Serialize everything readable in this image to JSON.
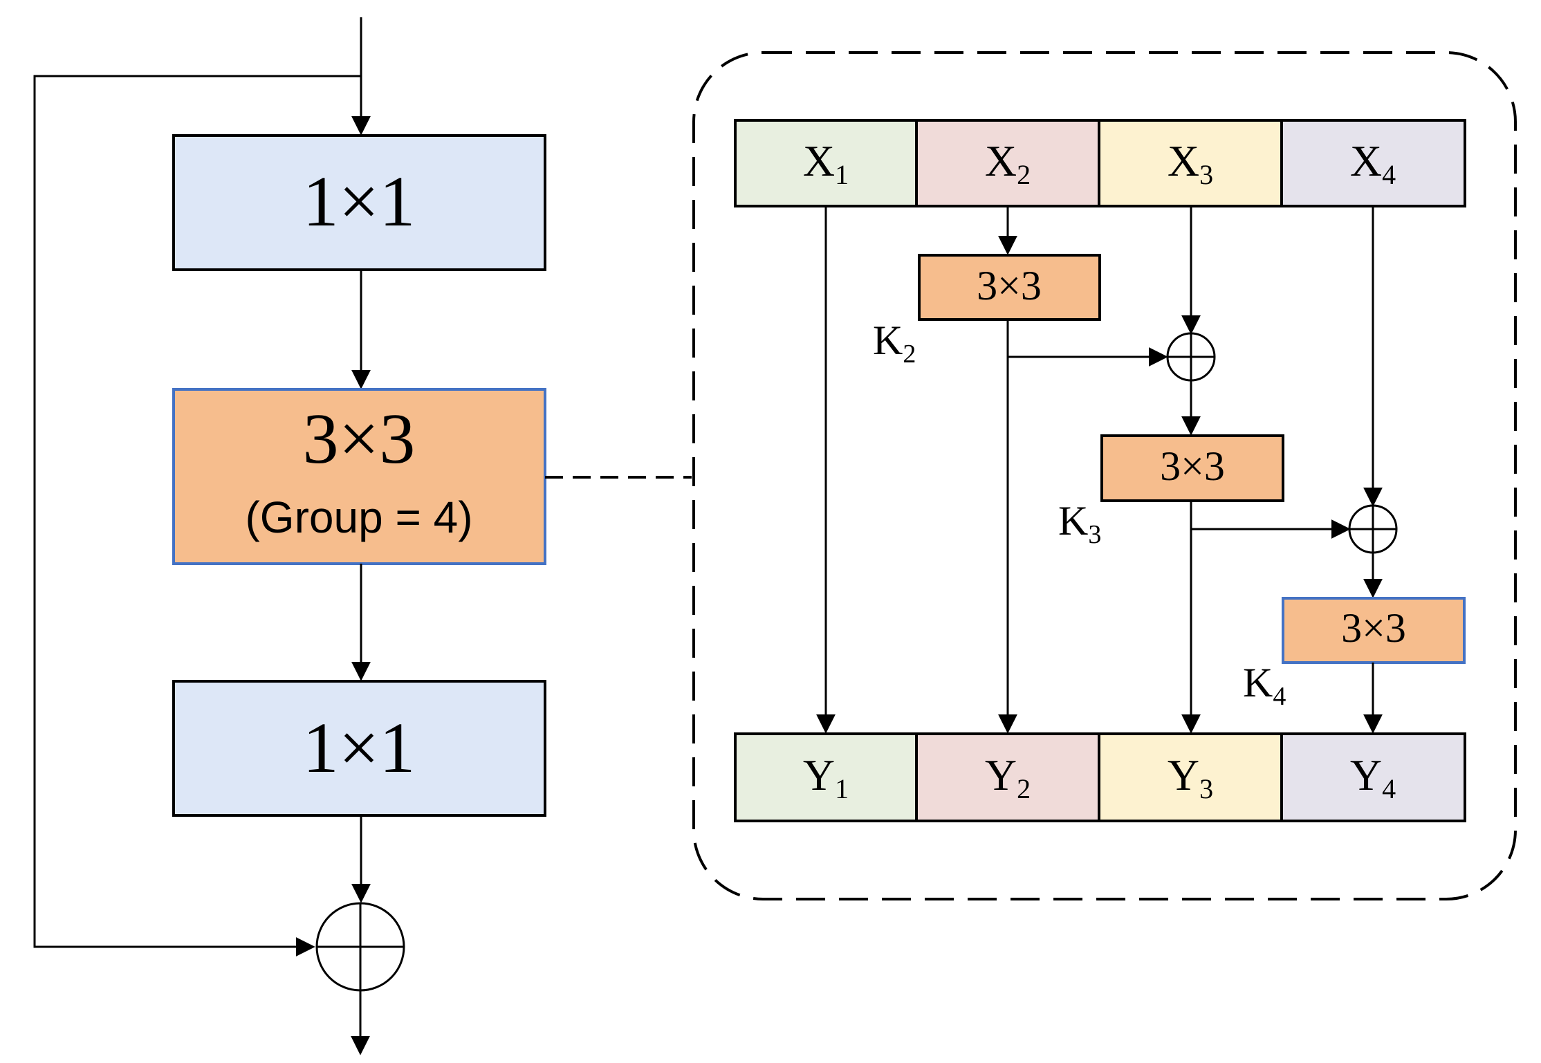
{
  "left_column": {
    "top_conv": {
      "label": "1×1",
      "fill": "#dde7f7"
    },
    "mid_conv": {
      "label": "3×3",
      "sublabel": "(Group = 4)",
      "fill": "#f6bd8d",
      "border": "#4472c4"
    },
    "bottom_conv": {
      "label": "1×1",
      "fill": "#dde7f7"
    }
  },
  "detail": {
    "inputs": [
      {
        "base": "X",
        "sub": "1",
        "fill": "#e8efe0"
      },
      {
        "base": "X",
        "sub": "2",
        "fill": "#f0dbd9"
      },
      {
        "base": "X",
        "sub": "3",
        "fill": "#fdf2d0"
      },
      {
        "base": "X",
        "sub": "4",
        "fill": "#e5e3ec"
      }
    ],
    "outputs": [
      {
        "base": "Y",
        "sub": "1",
        "fill": "#e8efe0"
      },
      {
        "base": "Y",
        "sub": "2",
        "fill": "#f0dbd9"
      },
      {
        "base": "Y",
        "sub": "3",
        "fill": "#fdf2d0"
      },
      {
        "base": "Y",
        "sub": "4",
        "fill": "#e5e3ec"
      }
    ],
    "convs": [
      {
        "label": "3×3",
        "kernel_base": "K",
        "kernel_sub": "2"
      },
      {
        "label": "3×3",
        "kernel_base": "K",
        "kernel_sub": "3"
      },
      {
        "label": "3×3",
        "kernel_base": "K",
        "kernel_sub": "4"
      }
    ],
    "conv_fill": "#f6bd8d",
    "highlight_border": "#4472c4"
  }
}
